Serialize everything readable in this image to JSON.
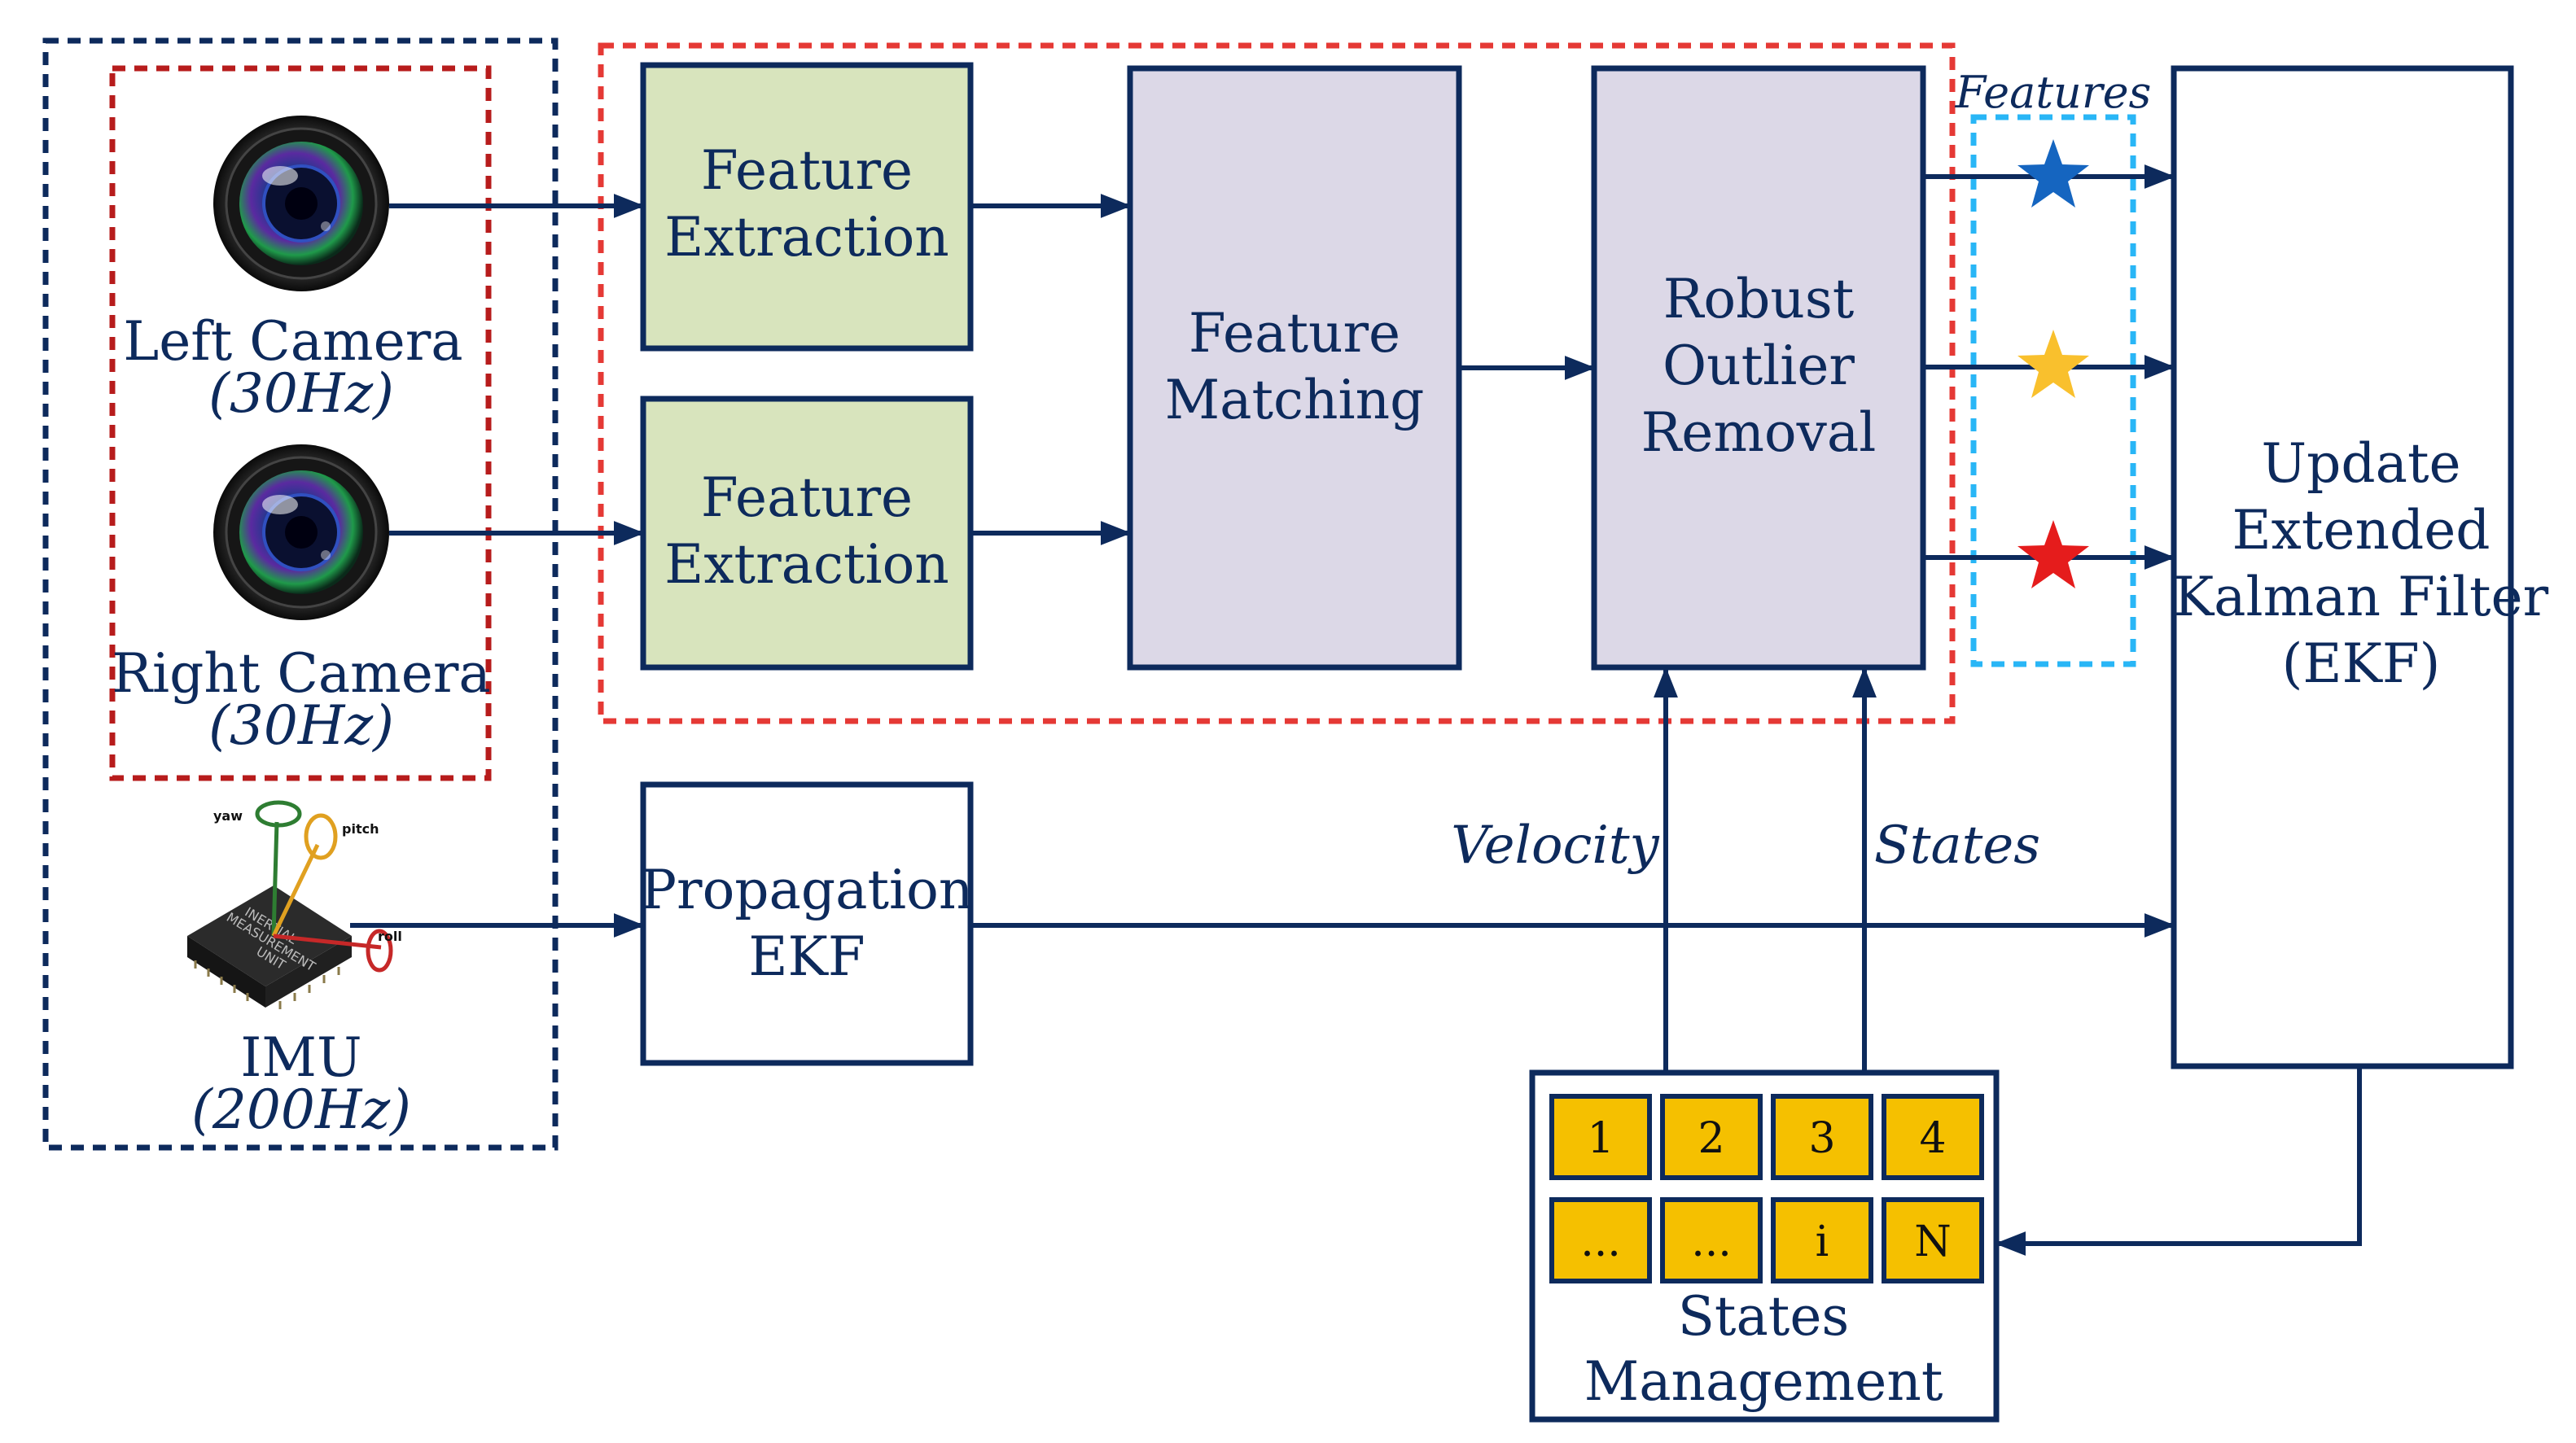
{
  "colors": {
    "line": "#0d2a5c",
    "feature_extraction_fill": "#d8e4bd",
    "matching_fill": "#dcd8e7",
    "state_slot_fill": "#f5c000",
    "camera_group_border": "#b71c1c",
    "front_end_group_border": "#e53935",
    "sensor_group_border": "#0d2a5c",
    "features_group_border": "#29b6f6",
    "star_blue": "#1565c0",
    "star_yellow": "#f9c02d",
    "star_red": "#e51c1c"
  },
  "sensors": {
    "left_camera": {
      "label": "Left Camera",
      "rate": "(30Hz)",
      "icon": "camera-lens-icon"
    },
    "right_camera": {
      "label": "Right Camera",
      "rate": "(30Hz)",
      "icon": "camera-lens-icon"
    },
    "imu": {
      "label": "IMU",
      "rate": "(200Hz)",
      "icon": "imu-chip-icon",
      "axis_yaw": "yaw",
      "axis_pitch": "pitch",
      "axis_roll": "roll",
      "chip_text": [
        "INERTIAL",
        "MEASUREMENT",
        "UNIT"
      ]
    }
  },
  "blocks": {
    "feature_extraction_top": [
      "Feature",
      "Extraction"
    ],
    "feature_extraction_bottom": [
      "Feature",
      "Extraction"
    ],
    "feature_matching": [
      "Feature",
      "Matching"
    ],
    "outlier_removal": [
      "Robust",
      "Outlier",
      "Removal"
    ],
    "propagation": [
      "Propagation",
      "EKF"
    ],
    "update_ekf": [
      "Update",
      "Extended",
      "Kalman Filter",
      "(EKF)"
    ],
    "states_management": [
      "States",
      "Management"
    ]
  },
  "labels": {
    "features": "Features",
    "velocity": "Velocity",
    "states": "States"
  },
  "state_slots": {
    "row1": [
      "1",
      "2",
      "3",
      "4"
    ],
    "row2": [
      "...",
      "...",
      "i",
      "N"
    ]
  }
}
